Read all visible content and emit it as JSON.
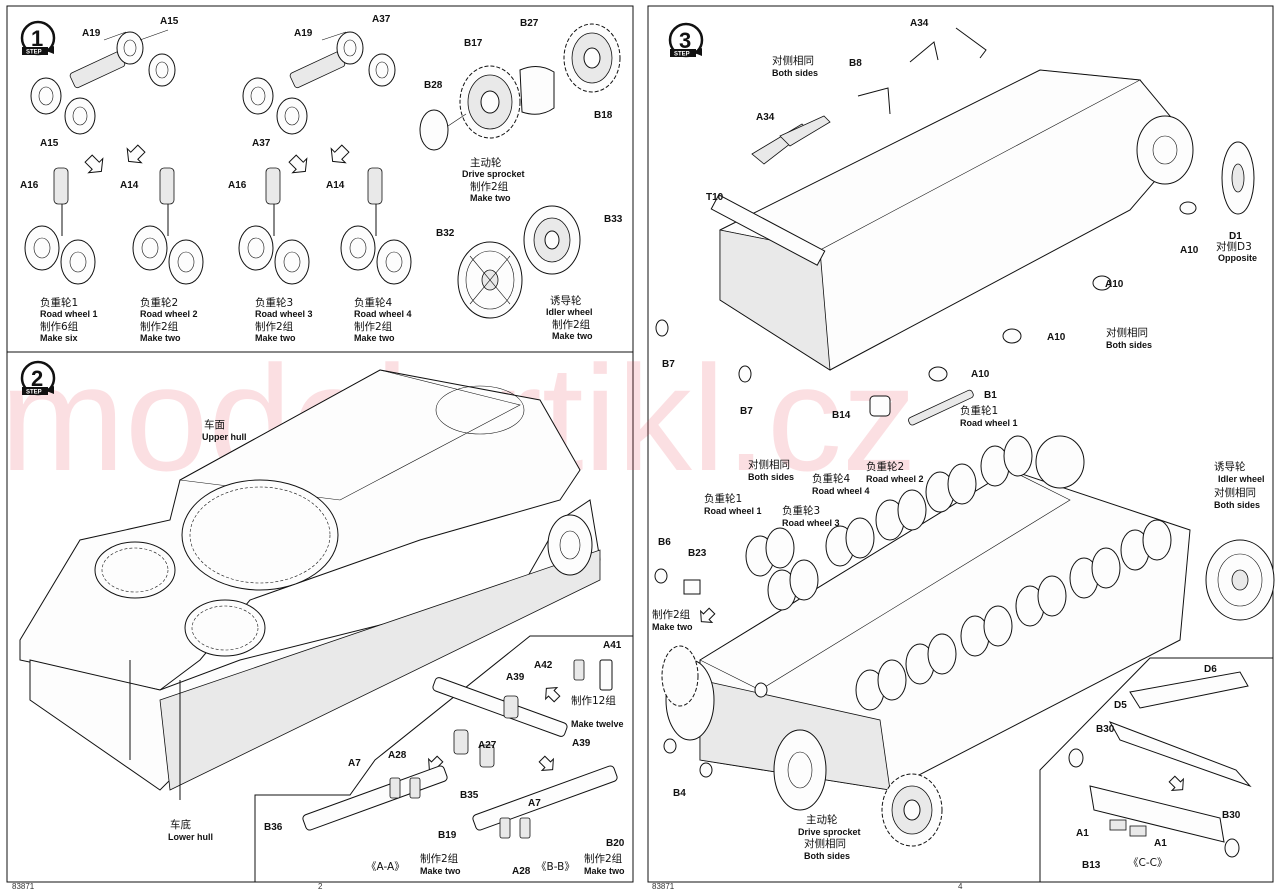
{
  "watermark": "modelartikl.cz",
  "step1": {
    "num": "1",
    "word": "STEP",
    "parts": {
      "a15_top": "A15",
      "a19_1": "A19",
      "a15_bottom": "A15",
      "a37_top": "A37",
      "a19_2": "A19",
      "a37_bottom": "A37",
      "a16_1": "A16",
      "a14_1": "A14",
      "a16_2": "A16",
      "a14_2": "A14",
      "b27": "B27",
      "b17": "B17",
      "b28": "B28",
      "b18": "B18",
      "b33": "B33",
      "b32": "B32"
    },
    "captions": {
      "rw1_cn": "负重轮1",
      "rw1_en": "Road wheel 1",
      "rw1_make_cn": "制作6组",
      "rw1_make_en": "Make six",
      "rw2_cn": "负重轮2",
      "rw2_en": "Road wheel 2",
      "rw2_make_cn": "制作2组",
      "rw2_make_en": "Make two",
      "rw3_cn": "负重轮3",
      "rw3_en": "Road wheel 3",
      "rw3_make_cn": "制作2组",
      "rw3_make_en": "Make two",
      "rw4_cn": "负重轮4",
      "rw4_en": "Road wheel 4",
      "rw4_make_cn": "制作2组",
      "rw4_make_en": "Make two",
      "ds_cn": "主动轮",
      "ds_en": "Drive sprocket",
      "ds_make_cn": "制作2组",
      "ds_make_en": "Make two",
      "iw_cn": "诱导轮",
      "iw_en": "Idler wheel",
      "iw_make_cn": "制作2组",
      "iw_make_en": "Make two"
    }
  },
  "step2": {
    "num": "2",
    "word": "STEP",
    "upper_cn": "车面",
    "upper_en": "Upper hull",
    "lower_cn": "车底",
    "lower_en": "Lower hull",
    "parts": {
      "a42": "A42",
      "a41": "A41",
      "a39_1": "A39",
      "a27": "A27",
      "a39_2": "A39",
      "a7_1": "A7",
      "a28_1": "A28",
      "b36": "B36",
      "b19": "B19",
      "b35": "B35",
      "a7_2": "A7",
      "b20": "B20",
      "a28_2": "A28"
    },
    "captions": {
      "make12_cn": "制作12组",
      "make12_en": "Make twelve",
      "aa": "《A-A》",
      "aa_make_cn": "制作2组",
      "aa_make_en": "Make two",
      "bb": "《B-B》",
      "bb_make_cn": "制作2组",
      "bb_make_en": "Make two"
    }
  },
  "step3": {
    "num": "3",
    "word": "STEP",
    "parts": {
      "a34_top": "A34",
      "b8": "B8",
      "a34_left": "A34",
      "t10": "T10",
      "d1": "D1",
      "a10_1": "A10",
      "a10_2": "A10",
      "a10_3": "A10",
      "a10_4": "A10",
      "b7_1": "B7",
      "b7_2": "B7",
      "b1": "B1",
      "b14": "B14",
      "b6": "B6",
      "b23": "B23",
      "b4": "B4",
      "d6": "D6",
      "d5": "D5",
      "b30_1": "B30",
      "b30_2": "B30",
      "a1_1": "A1",
      "a1_2": "A1",
      "b13": "B13"
    },
    "captions": {
      "bothsides1_cn": "对侧相同",
      "bothsides1_en": "Both sides",
      "d1_cn": "对侧D3",
      "d1_en": "Opposite",
      "bothsides2_cn": "对侧相同",
      "bothsides2_en": "Both sides",
      "rw1a_cn": "负重轮1",
      "rw1a_en": "Road wheel 1",
      "bothsides3_cn": "对侧相同",
      "bothsides3_en": "Both sides",
      "rw4_cn": "负重轮4",
      "rw4_en": "Road wheel 4",
      "rw2_cn": "负重轮2",
      "rw2_en": "Road wheel 2",
      "rw3_cn": "负重轮3",
      "rw3_en": "Road wheel 3",
      "rw1b_cn": "负重轮1",
      "rw1b_en": "Road wheel 1",
      "iw_cn": "诱导轮",
      "iw_en": "Idler wheel",
      "iw_both_cn": "对侧相同",
      "iw_both_en": "Both sides",
      "make2_cn": "制作2组",
      "make2_en": "Make two",
      "ds_cn": "主动轮",
      "ds_en": "Drive sprocket",
      "ds_both_cn": "对侧相同",
      "ds_both_en": "Both sides",
      "cc": "《C-C》"
    }
  },
  "page_left": "2",
  "page_right": "4",
  "code_left": "83871",
  "code_right": "83871"
}
